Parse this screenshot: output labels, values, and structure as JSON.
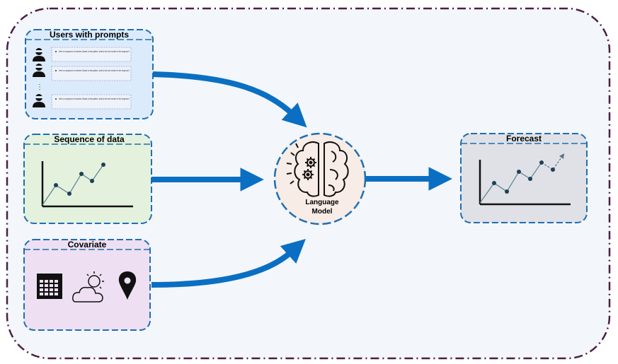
{
  "diagram": {
    "users_panel": {
      "title": "Users with prompts",
      "prompts": [
        "Here is a sequence of numbers. Based on this pattern, what is the next number in the sequence?",
        "Here is a sequence of numbers. Based on this pattern, what is the next number in the sequence?",
        "Here is a sequence of numbers. Based on this pattern, what is the next number in the sequence?"
      ],
      "ellipsis": "⋮"
    },
    "sequence_panel": {
      "title": "Sequence of data"
    },
    "covariate_panel": {
      "title": "Covariate",
      "icons": [
        "calendar-icon",
        "weather-icon",
        "location-pin-icon"
      ]
    },
    "model": {
      "label_line1": "Language",
      "label_line2": "Model",
      "icon": "brain-gears-icon"
    },
    "forecast_panel": {
      "title": "Forecast"
    },
    "colors": {
      "arrow": "#0a6fc2",
      "outer_border": "#4b1f45",
      "panel_border": "#1f6fb2",
      "users_fill": "#dcebfb",
      "sequence_fill": "#e3f1dd",
      "covariate_fill": "#eedff2",
      "forecast_fill": "#dfe1e6",
      "model_fill": "#f7ece6",
      "background": "#f3f6fb"
    }
  }
}
